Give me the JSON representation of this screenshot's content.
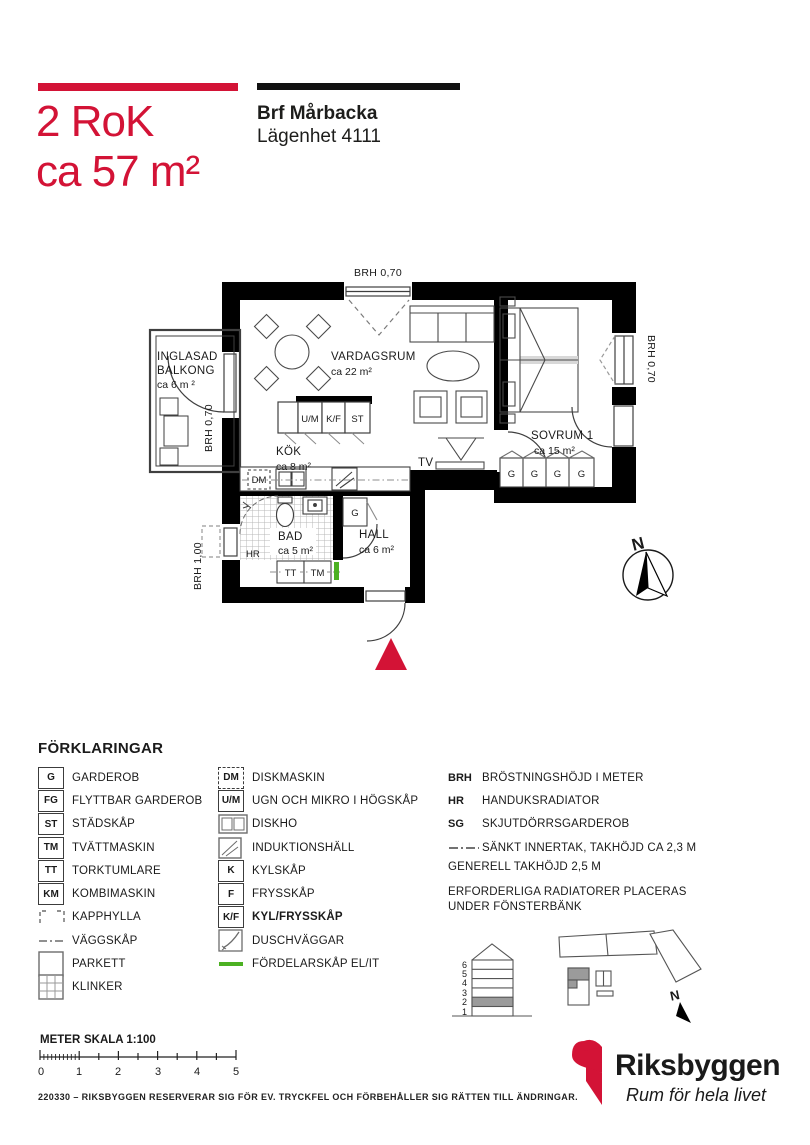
{
  "header": {
    "rooms": "2 RoK",
    "area": "ca 57 m²",
    "project": "Brf Mårbacka",
    "apartment": "Lägenhet 4111"
  },
  "plan": {
    "brh_top": "BRH 0,70",
    "brh_left": "BRH 0,70",
    "brh_left_lower": "BRH 1,00",
    "brh_right": "BRH 0,70",
    "balcony_line1": "INGLASAD",
    "balcony_line2": "BALKONG",
    "balcony_area": "ca 6 m ²",
    "livingroom": "VARDAGSRUM",
    "livingroom_area": "ca 22 m²",
    "kitchen": "KÖK",
    "kitchen_area": "ca 8 m²",
    "bedroom": "SOVRUM 1",
    "bedroom_area": "ca 15 m²",
    "bath": "BAD",
    "bath_area": "ca 5 m²",
    "hall": "HALL",
    "hall_area": "ca 6 m²",
    "cab_um": "U/M",
    "cab_kf": "K/F",
    "cab_st": "ST",
    "dm": "DM",
    "tv": "TV",
    "hr": "HR",
    "tt": "TT",
    "tm": "TM",
    "g": "G",
    "compass_n": "N"
  },
  "legend": {
    "title": "FÖRKLARINGAR",
    "col1": [
      {
        "symbol": "G",
        "label": "GARDEROB"
      },
      {
        "symbol": "FG",
        "label": "FLYTTBAR GARDEROB"
      },
      {
        "symbol": "ST",
        "label": "STÄDSKÅP"
      },
      {
        "symbol": "TM",
        "label": "TVÄTTMASKIN"
      },
      {
        "symbol": "TT",
        "label": "TORKTUMLARE"
      },
      {
        "symbol": "KM",
        "label": "KOMBIMASKIN"
      },
      {
        "symbol": "",
        "label": "KAPPHYLLA"
      },
      {
        "symbol": "",
        "label": "VÄGGSKÅP"
      },
      {
        "symbol": "",
        "label": "PARKETT"
      },
      {
        "symbol": "",
        "label": "KLINKER"
      }
    ],
    "col2": [
      {
        "symbol": "DM",
        "label": "DISKMASKIN"
      },
      {
        "symbol": "U/M",
        "label": "UGN OCH MIKRO I HÖGSKÅP"
      },
      {
        "symbol": "",
        "label": "DISKHO"
      },
      {
        "symbol": "",
        "label": "INDUKTIONSHÄLL"
      },
      {
        "symbol": "K",
        "label": "KYLSKÅP"
      },
      {
        "symbol": "F",
        "label": "FRYSSKÅP"
      },
      {
        "symbol": "K/F",
        "label": "KYL/FRYSSKÅP"
      },
      {
        "symbol": "",
        "label": "DUSCHVÄGGAR"
      },
      {
        "symbol": "",
        "label": "FÖRDELARSKÅP EL/IT"
      }
    ],
    "col3": [
      {
        "symbol": "BRH",
        "label": "BRÖSTNINGSHÖJD I METER"
      },
      {
        "symbol": "HR",
        "label": "HANDUKSRADIATOR"
      },
      {
        "symbol": "SG",
        "label": "SKJUTDÖRRSGARDEROB"
      },
      {
        "symbol": "",
        "label": "SÄNKT INNERTAK, TAKHÖJD CA 2,3 M"
      }
    ],
    "notes": [
      "GENERELL TAKHÖJD 2,5 M",
      "ERFORDERLIGA RADIATORER PLACERAS",
      "UNDER FÖNSTERBÄNK"
    ]
  },
  "scalebar": {
    "unit": "METER",
    "scale": "SKALA 1:100",
    "ticks": [
      "0",
      "1",
      "2",
      "3",
      "4",
      "5"
    ]
  },
  "footer": "220330 – RIKSBYGGEN RESERVERAR SIG FÖR EV. TRYCKFEL OCH FÖRBEHÅLLER SIG RÄTTEN TILL ÄNDRINGAR.",
  "logo": {
    "name": "Riksbyggen",
    "tagline": "Rum för hela livet"
  },
  "diagrams": {
    "floors": [
      "6",
      "5",
      "4",
      "3",
      "2",
      "1"
    ],
    "site_north": "N"
  }
}
